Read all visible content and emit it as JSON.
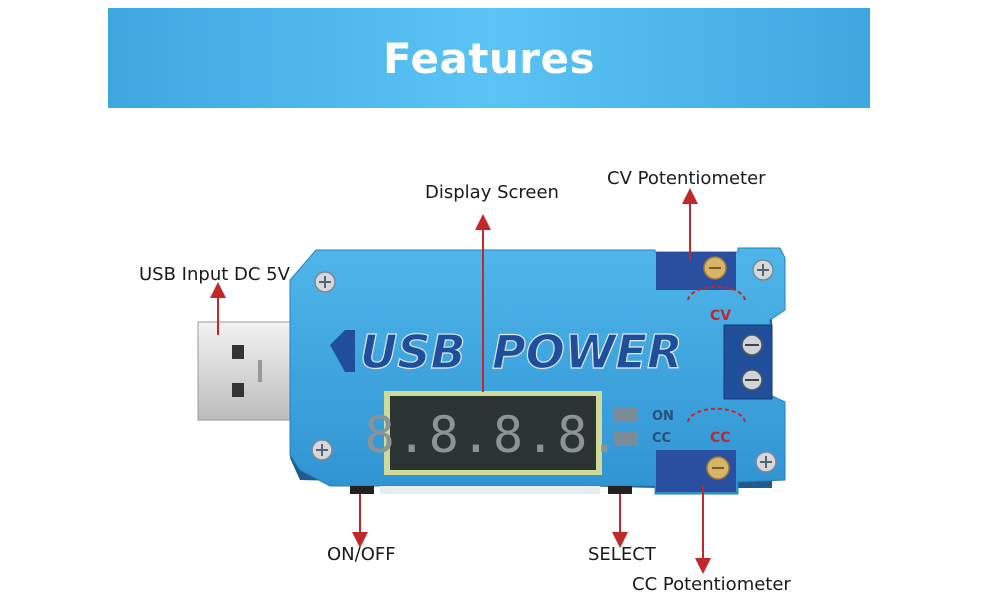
{
  "banner": {
    "title": "Features"
  },
  "labels": {
    "display_screen": "Display Screen",
    "cv_potentiometer": "CV Potentiometer",
    "usb_input": "USB Input DC 5V",
    "on_off": "ON/OFF",
    "select": "SELECT",
    "cc_potentiometer": "CC Potentiometer"
  },
  "device": {
    "logo_text_1": "USB",
    "logo_text_2": "POWER",
    "display_digits": "8.8.8.8.",
    "indicator_on": "ON",
    "indicator_cc": "CC",
    "knob_cv_label": "CV",
    "knob_cc_label": "CC"
  },
  "colors": {
    "banner": "#4db8ee",
    "board": "#3aa0dc",
    "logo_blue": "#1f4f9a",
    "arrow": "#c0282b",
    "display_bg": "#2c3333"
  }
}
